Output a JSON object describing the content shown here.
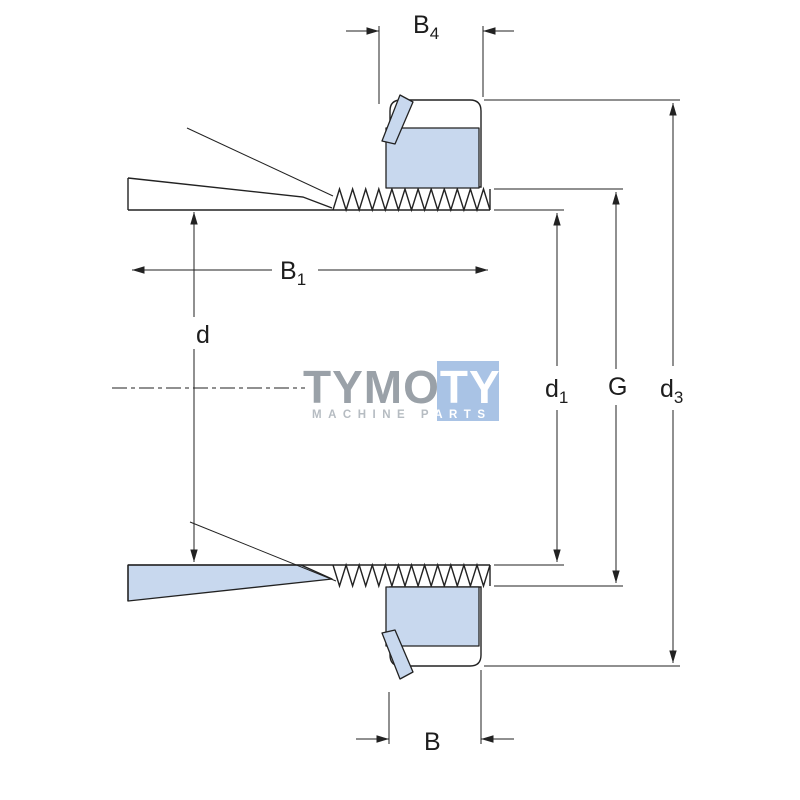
{
  "drawing": {
    "labels": {
      "b4": {
        "base": "B",
        "sub": "4"
      },
      "b1": {
        "base": "B",
        "sub": "1"
      },
      "d": {
        "base": "d",
        "sub": ""
      },
      "d1": {
        "base": "d",
        "sub": "1"
      },
      "g": {
        "base": "G",
        "sub": ""
      },
      "d3": {
        "base": "d",
        "sub": "3"
      },
      "b": {
        "base": "B",
        "sub": ""
      }
    },
    "colors": {
      "part_fill": "#c8d8ee",
      "line": "#222222",
      "watermark_blue": "#a9c3e5",
      "watermark_gray": "#9aa1a8",
      "watermark_light_gray": "#b6bcc2",
      "watermark_white": "#ffffff"
    }
  },
  "watermark": {
    "title_left": "TYMO",
    "title_right": "TY",
    "subtitle_left": "MACHINE P",
    "subtitle_right": "ARTS"
  }
}
